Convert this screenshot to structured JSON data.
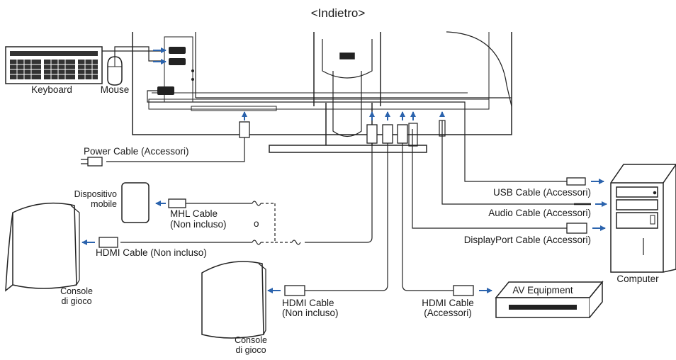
{
  "title": "<Indietro>",
  "accent_color": "#2b63ad",
  "labels": {
    "keyboard": "Keyboard",
    "mouse": "Mouse",
    "power_cable": "Power Cable (Accessori)",
    "mobile_device_1": "Dispositivo",
    "mobile_device_2": "mobile",
    "mhl_cable_1": "MHL Cable",
    "mhl_cable_2": "(Non incluso)",
    "or": "o",
    "hdmi_cable_left": "HDMI Cable (Non incluso)",
    "console_left_1": "Console",
    "console_left_2": "di gioco",
    "console_center_1": "Console",
    "console_center_2": "di gioco",
    "hdmi_center_1": "HDMI Cable",
    "hdmi_center_2": "(Non incluso)",
    "hdmi_accessori_1": "HDMI Cable",
    "hdmi_accessori_2": "(Accessori)",
    "av_equipment": "AV Equipment",
    "usb_cable": "USB Cable (Accessori)",
    "audio_cable": "Audio Cable (Accessori)",
    "displayport_cable": "DisplayPort Cable (Accessori)",
    "computer": "Computer"
  }
}
